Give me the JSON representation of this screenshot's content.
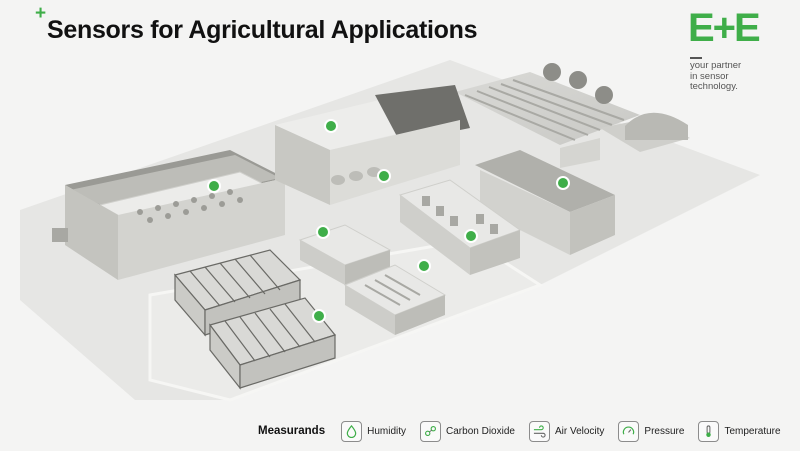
{
  "header": {
    "plus": "+",
    "title": "Sensors for Agricultural Applications"
  },
  "brand": {
    "logo_text": "E+E",
    "tagline": [
      "your partner",
      "in sensor",
      "technology."
    ],
    "accent_color": "#3fae49"
  },
  "legend": {
    "title": "Measurands",
    "items": [
      {
        "label": "Humidity",
        "icon": "humidity-icon"
      },
      {
        "label": "Carbon Dioxide",
        "icon": "carbon-dioxide-icon"
      },
      {
        "label": "Air Velocity",
        "icon": "air-velocity-icon"
      },
      {
        "label": "Pressure",
        "icon": "pressure-icon"
      },
      {
        "label": "Temperature",
        "icon": "temperature-icon"
      }
    ]
  }
}
